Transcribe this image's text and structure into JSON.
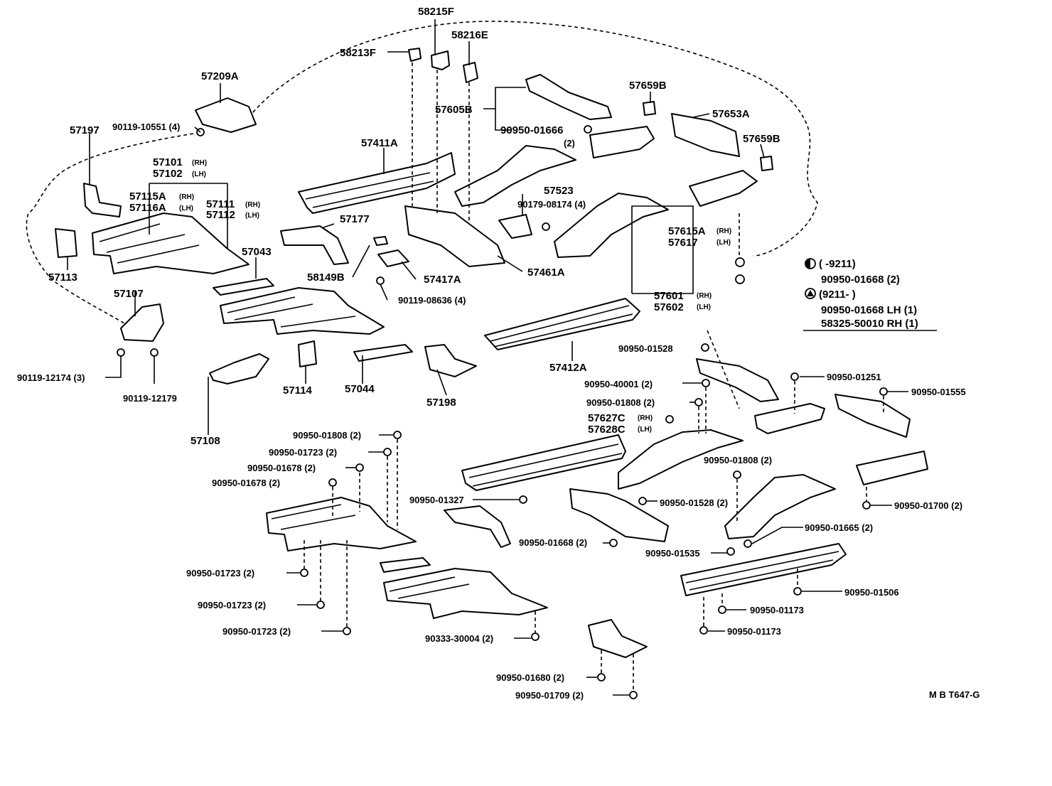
{
  "parts": {
    "p58215F": "58215F",
    "p58216E": "58216E",
    "p58213F": "58213F",
    "p57209A": "57209A",
    "p57197": "57197",
    "b90119_10551": "90119-10551 (4)",
    "p57605B": "57605B",
    "b90950_01666": "90950-01666",
    "b90950_01666_qty": "(2)",
    "p57659B_a": "57659B",
    "p57653A": "57653A",
    "p57659B_b": "57659B",
    "p57411A": "57411A",
    "p57101": "57101",
    "p57102": "57102",
    "p57115A": "57115A",
    "p57116A": "57116A",
    "p57111": "57111",
    "p57112": "57112",
    "p57523": "57523",
    "b90179_08174": "90179-08174 (4)",
    "p57177": "57177",
    "p57043": "57043",
    "p57113": "57113",
    "p58149B": "58149B",
    "p57417A": "57417A",
    "p57461A": "57461A",
    "p57615A": "57615A",
    "p57617": "57617",
    "b90119_08636": "90119-08636 (4)",
    "p57107": "57107",
    "p57601": "57601",
    "p57602": "57602",
    "b90119_12174": "90119-12174 (3)",
    "b90119_12179": "90119-12179",
    "p57412A": "57412A",
    "b90950_01528_a": "90950-01528",
    "p57114": "57114",
    "p57044": "57044",
    "p57198": "57198",
    "p57108": "57108",
    "b90950_40001": "90950-40001 (2)",
    "b90950_01251": "90950-01251",
    "b90950_01555": "90950-01555",
    "b90950_01808_r": "90950-01808 (2)",
    "p57627C": "57627C",
    "p57628C": "57628C",
    "b90950_01808_a": "90950-01808 (2)",
    "b90950_01723_a": "90950-01723 (2)",
    "b90950_01678_a": "90950-01678 (2)",
    "b90950_01678_b": "90950-01678 (2)",
    "b90950_01808_c": "90950-01808 (2)",
    "b90950_01327": "90950-01327",
    "b90950_01528_b": "90950-01528 (2)",
    "b90950_01700": "90950-01700 (2)",
    "b90950_01665": "90950-01665 (2)",
    "b90950_01668_b": "90950-01668 (2)",
    "b90950_01535": "90950-01535",
    "b90950_01723_b": "90950-01723 (2)",
    "b90950_01506": "90950-01506",
    "b90950_01723_c": "90950-01723 (2)",
    "b90950_01173_a": "90950-01173",
    "b90950_01723_d": "90950-01723 (2)",
    "b90950_01173_b": "90950-01173",
    "b90333_30004": "90333-30004 (2)",
    "b90950_01680": "90950-01680 (2)",
    "b90950_01709": "90950-01709 (2)"
  },
  "side": {
    "rh": "(RH)",
    "lh": "(LH)"
  },
  "legend": {
    "row1": "(        -9211)",
    "row2": "90950-01668 (2)",
    "row3": "(9211-        )",
    "row4": "90950-01668 LH (1)",
    "row5": "58325-50010 RH (1)"
  },
  "footer": {
    "code": "M  B T647-G"
  }
}
